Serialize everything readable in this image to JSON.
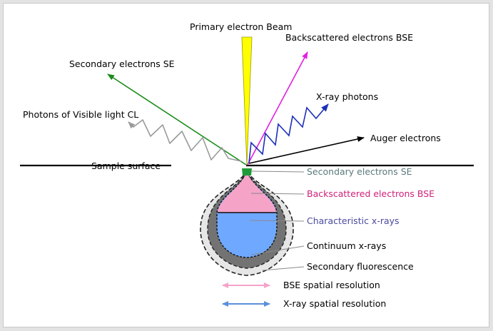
{
  "labels": {
    "primary_beam": "Primary electron Beam",
    "bse_top": "Backscattered electrons BSE",
    "se_top": "Secondary electrons SE",
    "xray_photons": "X-ray photons",
    "visible_light": "Photons of Visible light CL",
    "auger": "Auger electrons",
    "sample_surface": "Sample  surface",
    "se_region": "Secondary electrons SE",
    "bse_region": "Backscattered electrons BSE",
    "char_xrays": "Characteristic x-rays",
    "continuum": "Continuum x-rays",
    "fluorescence": "Secondary fluorescence",
    "bse_resolution": "BSE spatial resolution",
    "xray_resolution": "X-ray spatial resolution"
  },
  "colors": {
    "beam": "#ffff00",
    "bse": "#e020e0",
    "se": "#1a8c1a",
    "xray": "#1c2fb8",
    "light": "#9a9a9a",
    "bse_zone": "#f6a3c8",
    "xray_zone": "#6fa8ff",
    "bse_text": "#d0207a",
    "se_text": "#5a7a7a",
    "char_text": "#4a4aa0"
  }
}
